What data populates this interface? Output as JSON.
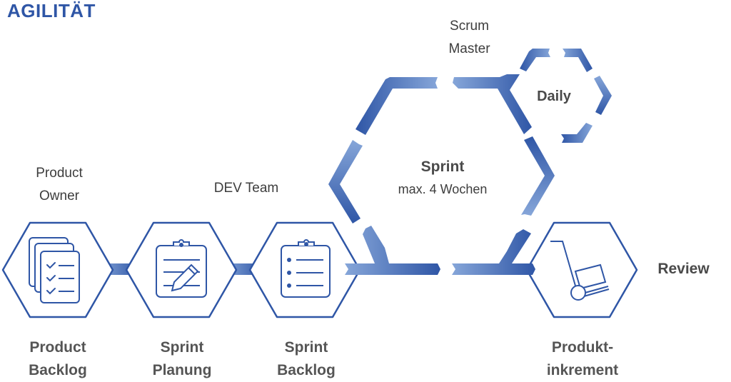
{
  "title": "AGILITÄT",
  "colors": {
    "primary": "#2f56a6",
    "light": "#86a6d9",
    "text": "#4a4a4a"
  },
  "roles": {
    "product_owner": [
      "Product",
      "Owner"
    ],
    "dev_team": "DEV Team",
    "scrum_master": [
      "Scrum",
      "Master"
    ]
  },
  "stages": [
    {
      "id": "product-backlog",
      "icon": "document-stack-checklist-icon",
      "label": [
        "Product",
        "Backlog"
      ]
    },
    {
      "id": "sprint-planning",
      "icon": "clipboard-pencil-icon",
      "label": [
        "Sprint",
        "Planung"
      ]
    },
    {
      "id": "sprint-backlog",
      "icon": "clipboard-list-icon",
      "label": [
        "Sprint",
        "Backlog"
      ]
    },
    {
      "id": "product-increment",
      "icon": "hand-truck-icon",
      "label": [
        "Produkt-",
        "inkrement"
      ]
    }
  ],
  "sprint": {
    "title": "Sprint",
    "duration": "max. 4 Wochen"
  },
  "daily": {
    "title": "Daily"
  },
  "review": {
    "title": "Review"
  }
}
